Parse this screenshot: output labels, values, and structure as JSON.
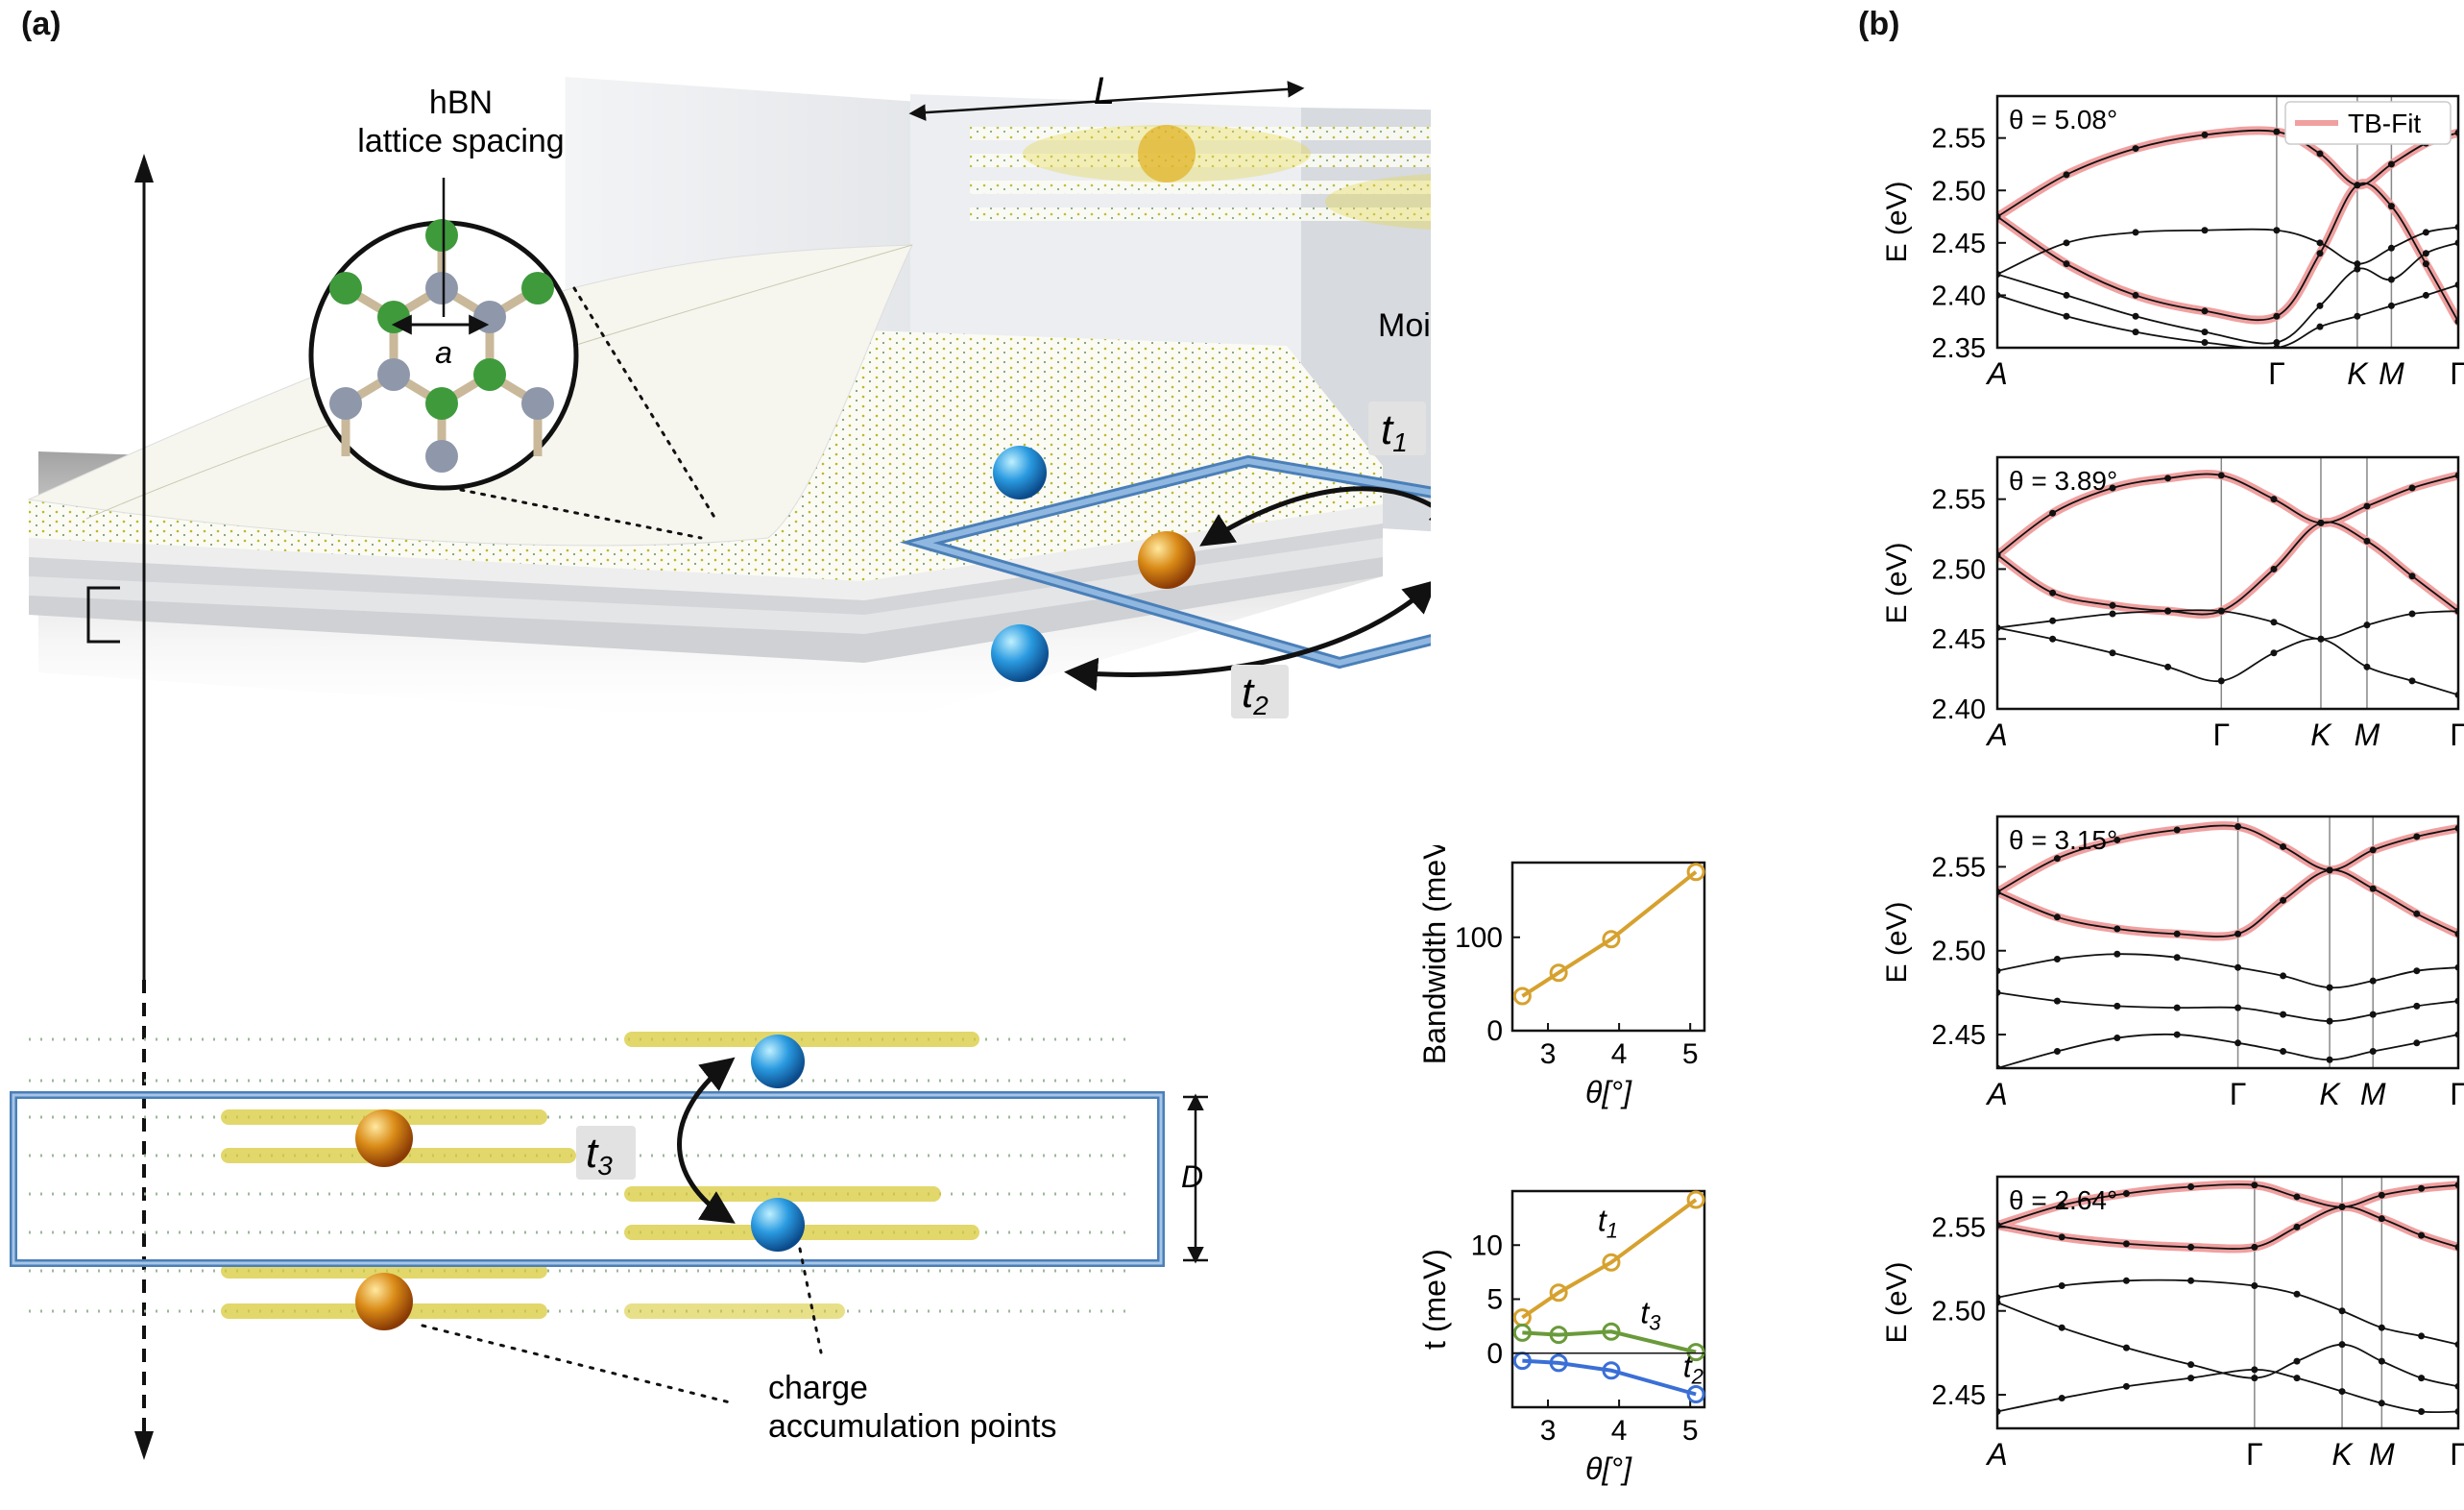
{
  "figure": {
    "panel_a_label": "(a)",
    "panel_b_label": "(b)"
  },
  "schematic": {
    "length_label": "L",
    "moire_cell_label": "Moiré unit cell",
    "hbn_label_line1": "hBN",
    "hbn_label_line2": "lattice spacing",
    "lattice_const_label": "a",
    "hop_labels": {
      "t1": "t",
      "t1_sub": "1",
      "t2": "t",
      "t2_sub": "2",
      "t3": "t",
      "t3_sub": "3"
    },
    "thickness_label": "D",
    "charge_label_line1": "charge",
    "charge_label_line2": "accumulation points",
    "colors": {
      "gold": "#d99a1e",
      "blue": "#2a8fd6",
      "frame_blue": "#6a9ccc",
      "atom_green": "#3f9a3c",
      "atom_gray": "#8f97aa"
    }
  },
  "chart_data": [
    {
      "id": "bandwidth",
      "type": "line",
      "x": [
        2.64,
        3.15,
        3.89,
        5.08
      ],
      "series": [
        {
          "values": [
            37,
            62,
            98,
            170
          ],
          "color": "#d6a12e"
        }
      ],
      "xlabel": "θ[°]",
      "ylabel": "Bandwidth (meV)",
      "xlim": [
        2.5,
        5.2
      ],
      "ylim": [
        0,
        180
      ],
      "xticks": [
        "3",
        "4",
        "5"
      ],
      "xtick_values": [
        3,
        4,
        5
      ],
      "yticks": [
        "0",
        "100"
      ],
      "ytick_values": [
        0,
        100
      ]
    },
    {
      "id": "hopping",
      "type": "line",
      "x": [
        2.64,
        3.15,
        3.89,
        5.08
      ],
      "series": [
        {
          "name": "t1",
          "values": [
            3.3,
            5.6,
            8.4,
            14.2
          ],
          "color": "#d6a12e"
        },
        {
          "name": "t3",
          "values": [
            1.9,
            1.7,
            2.0,
            0.1
          ],
          "color": "#6a9a3a"
        },
        {
          "name": "t2",
          "values": [
            -0.7,
            -0.9,
            -1.6,
            -3.8
          ],
          "color": "#3a6fd6"
        }
      ],
      "series_labels": [
        {
          "main": "t",
          "sub": "1"
        },
        {
          "main": "t",
          "sub": "3"
        },
        {
          "main": "t",
          "sub": "2"
        }
      ],
      "xlabel": "θ[°]",
      "ylabel": "t (meV)",
      "xlim": [
        2.5,
        5.2
      ],
      "ylim": [
        -5,
        15
      ],
      "xticks": [
        "3",
        "4",
        "5"
      ],
      "xtick_values": [
        3,
        4,
        5
      ],
      "yticks": [
        "0",
        "5",
        "10"
      ],
      "ytick_values": [
        0,
        5,
        10
      ]
    },
    {
      "id": "bands_508",
      "type": "line",
      "annotation": "θ = 5.08°",
      "legend": "TB-Fit",
      "ylabel": "E (eV)",
      "ylim": [
        2.35,
        2.59
      ],
      "yticks": [
        "2.35",
        "2.40",
        "2.45",
        "2.50",
        "2.55"
      ],
      "ytick_values": [
        2.35,
        2.4,
        2.45,
        2.5,
        2.55
      ],
      "kpath": [
        "A",
        "Γ",
        "K",
        "M",
        "Γ"
      ],
      "kpos": [
        0,
        0.606,
        0.781,
        0.855,
        1.0
      ],
      "tb_fit": [
        {
          "x": [
            0,
            0.15,
            0.3,
            0.45,
            0.606,
            0.7,
            0.781,
            0.855,
            0.93,
            1.0
          ],
          "y": [
            2.475,
            2.515,
            2.54,
            2.553,
            2.556,
            2.535,
            2.505,
            2.525,
            2.545,
            2.555
          ]
        },
        {
          "x": [
            0,
            0.15,
            0.3,
            0.45,
            0.606,
            0.7,
            0.781,
            0.855,
            0.93,
            1.0
          ],
          "y": [
            2.475,
            2.43,
            2.4,
            2.385,
            2.38,
            2.44,
            2.505,
            2.485,
            2.43,
            2.375
          ]
        }
      ],
      "dft": [
        {
          "x": [
            0,
            0.15,
            0.3,
            0.45,
            0.606,
            0.7,
            0.781,
            0.855,
            0.93,
            1.0
          ],
          "y": [
            2.475,
            2.515,
            2.54,
            2.553,
            2.556,
            2.535,
            2.505,
            2.525,
            2.545,
            2.555
          ]
        },
        {
          "x": [
            0,
            0.15,
            0.3,
            0.45,
            0.606,
            0.7,
            0.781,
            0.855,
            0.93,
            1.0
          ],
          "y": [
            2.475,
            2.43,
            2.4,
            2.385,
            2.38,
            2.44,
            2.505,
            2.485,
            2.43,
            2.375
          ]
        },
        {
          "x": [
            0,
            0.15,
            0.3,
            0.45,
            0.606,
            0.7,
            0.781,
            0.855,
            0.93,
            1.0
          ],
          "y": [
            2.42,
            2.45,
            2.46,
            2.462,
            2.462,
            2.45,
            2.43,
            2.445,
            2.46,
            2.465
          ]
        },
        {
          "x": [
            0,
            0.15,
            0.3,
            0.45,
            0.606,
            0.7,
            0.781,
            0.855,
            0.93,
            1.0
          ],
          "y": [
            2.42,
            2.4,
            2.38,
            2.365,
            2.355,
            2.39,
            2.425,
            2.415,
            2.44,
            2.45
          ]
        },
        {
          "x": [
            0,
            0.15,
            0.3,
            0.45,
            0.606,
            0.7,
            0.781,
            0.855,
            0.93,
            1.0
          ],
          "y": [
            2.4,
            2.38,
            2.365,
            2.355,
            2.35,
            2.37,
            2.38,
            2.39,
            2.4,
            2.41
          ]
        }
      ]
    },
    {
      "id": "bands_389",
      "type": "line",
      "annotation": "θ = 3.89°",
      "ylabel": "E (eV)",
      "ylim": [
        2.4,
        2.58
      ],
      "yticks": [
        "2.40",
        "2.45",
        "2.50",
        "2.55"
      ],
      "ytick_values": [
        2.4,
        2.45,
        2.5,
        2.55
      ],
      "kpath": [
        "A",
        "Γ",
        "K",
        "M",
        "Γ"
      ],
      "kpos": [
        0,
        0.486,
        0.702,
        0.802,
        1.0
      ],
      "tb_fit": [
        {
          "x": [
            0,
            0.12,
            0.25,
            0.37,
            0.486,
            0.6,
            0.702,
            0.802,
            0.9,
            1.0
          ],
          "y": [
            2.51,
            2.54,
            2.558,
            2.565,
            2.567,
            2.55,
            2.533,
            2.545,
            2.558,
            2.567
          ]
        },
        {
          "x": [
            0,
            0.12,
            0.25,
            0.37,
            0.486,
            0.6,
            0.702,
            0.802,
            0.9,
            1.0
          ],
          "y": [
            2.51,
            2.483,
            2.474,
            2.47,
            2.47,
            2.5,
            2.533,
            2.52,
            2.495,
            2.47
          ]
        }
      ],
      "dft": [
        {
          "x": [
            0,
            0.12,
            0.25,
            0.37,
            0.486,
            0.6,
            0.702,
            0.802,
            0.9,
            1.0
          ],
          "y": [
            2.51,
            2.54,
            2.558,
            2.565,
            2.567,
            2.55,
            2.533,
            2.545,
            2.558,
            2.567
          ]
        },
        {
          "x": [
            0,
            0.12,
            0.25,
            0.37,
            0.486,
            0.6,
            0.702,
            0.802,
            0.9,
            1.0
          ],
          "y": [
            2.51,
            2.483,
            2.474,
            2.47,
            2.47,
            2.5,
            2.533,
            2.52,
            2.495,
            2.47
          ]
        },
        {
          "x": [
            0,
            0.12,
            0.25,
            0.37,
            0.486,
            0.6,
            0.702,
            0.802,
            0.9,
            1.0
          ],
          "y": [
            2.458,
            2.463,
            2.468,
            2.47,
            2.47,
            2.462,
            2.45,
            2.46,
            2.468,
            2.47
          ]
        },
        {
          "x": [
            0,
            0.12,
            0.25,
            0.37,
            0.486,
            0.6,
            0.702,
            0.802,
            0.9,
            1.0
          ],
          "y": [
            2.458,
            2.45,
            2.44,
            2.43,
            2.42,
            2.44,
            2.45,
            2.43,
            2.42,
            2.41
          ]
        }
      ]
    },
    {
      "id": "bands_315",
      "type": "line",
      "annotation": "θ = 3.15°",
      "ylabel": "E (eV)",
      "ylim": [
        2.43,
        2.58
      ],
      "yticks": [
        "2.45",
        "2.50",
        "2.55"
      ],
      "ytick_values": [
        2.45,
        2.5,
        2.55
      ],
      "kpath": [
        "A",
        "Γ",
        "K",
        "M",
        "Γ"
      ],
      "kpos": [
        0,
        0.522,
        0.721,
        0.815,
        1.0
      ],
      "tb_fit": [
        {
          "x": [
            0,
            0.13,
            0.26,
            0.39,
            0.522,
            0.62,
            0.721,
            0.815,
            0.91,
            1.0
          ],
          "y": [
            2.535,
            2.555,
            2.566,
            2.572,
            2.574,
            2.562,
            2.548,
            2.56,
            2.568,
            2.573
          ]
        },
        {
          "x": [
            0,
            0.13,
            0.26,
            0.39,
            0.522,
            0.62,
            0.721,
            0.815,
            0.91,
            1.0
          ],
          "y": [
            2.535,
            2.52,
            2.513,
            2.51,
            2.51,
            2.53,
            2.548,
            2.537,
            2.522,
            2.51
          ]
        }
      ],
      "dft": [
        {
          "x": [
            0,
            0.13,
            0.26,
            0.39,
            0.522,
            0.62,
            0.721,
            0.815,
            0.91,
            1.0
          ],
          "y": [
            2.535,
            2.555,
            2.566,
            2.572,
            2.574,
            2.562,
            2.548,
            2.56,
            2.568,
            2.573
          ]
        },
        {
          "x": [
            0,
            0.13,
            0.26,
            0.39,
            0.522,
            0.62,
            0.721,
            0.815,
            0.91,
            1.0
          ],
          "y": [
            2.535,
            2.52,
            2.513,
            2.51,
            2.51,
            2.53,
            2.548,
            2.537,
            2.522,
            2.51
          ]
        },
        {
          "x": [
            0,
            0.13,
            0.26,
            0.39,
            0.522,
            0.62,
            0.721,
            0.815,
            0.91,
            1.0
          ],
          "y": [
            2.488,
            2.495,
            2.498,
            2.496,
            2.49,
            2.485,
            2.478,
            2.482,
            2.488,
            2.49
          ]
        },
        {
          "x": [
            0,
            0.13,
            0.26,
            0.39,
            0.522,
            0.62,
            0.721,
            0.815,
            0.91,
            1.0
          ],
          "y": [
            2.475,
            2.47,
            2.467,
            2.466,
            2.466,
            2.462,
            2.458,
            2.462,
            2.467,
            2.47
          ]
        },
        {
          "x": [
            0,
            0.13,
            0.26,
            0.39,
            0.522,
            0.62,
            0.721,
            0.815,
            0.91,
            1.0
          ],
          "y": [
            2.43,
            2.44,
            2.448,
            2.45,
            2.445,
            2.44,
            2.435,
            2.44,
            2.445,
            2.45
          ]
        }
      ]
    },
    {
      "id": "bands_264",
      "type": "line",
      "annotation": "θ = 2.64°",
      "ylabel": "E (eV)",
      "ylim": [
        2.43,
        2.58
      ],
      "yticks": [
        "2.45",
        "2.50",
        "2.55"
      ],
      "ytick_values": [
        2.45,
        2.5,
        2.55
      ],
      "kpath": [
        "A",
        "Γ",
        "K",
        "M",
        "Γ"
      ],
      "kpos": [
        0,
        0.558,
        0.748,
        0.834,
        1.0
      ],
      "tb_fit": [
        {
          "x": [
            0,
            0.14,
            0.28,
            0.42,
            0.558,
            0.65,
            0.748,
            0.834,
            0.92,
            1.0
          ],
          "y": [
            2.551,
            2.563,
            2.57,
            2.574,
            2.575,
            2.568,
            2.562,
            2.569,
            2.573,
            2.575
          ]
        },
        {
          "x": [
            0,
            0.14,
            0.28,
            0.42,
            0.558,
            0.65,
            0.748,
            0.834,
            0.92,
            1.0
          ],
          "y": [
            2.551,
            2.544,
            2.54,
            2.538,
            2.538,
            2.55,
            2.562,
            2.555,
            2.545,
            2.538
          ]
        }
      ],
      "dft": [
        {
          "x": [
            0,
            0.14,
            0.28,
            0.42,
            0.558,
            0.65,
            0.748,
            0.834,
            0.92,
            1.0
          ],
          "y": [
            2.551,
            2.563,
            2.57,
            2.574,
            2.575,
            2.568,
            2.562,
            2.569,
            2.573,
            2.575
          ]
        },
        {
          "x": [
            0,
            0.14,
            0.28,
            0.42,
            0.558,
            0.65,
            0.748,
            0.834,
            0.92,
            1.0
          ],
          "y": [
            2.551,
            2.544,
            2.54,
            2.538,
            2.538,
            2.55,
            2.562,
            2.555,
            2.545,
            2.538
          ]
        },
        {
          "x": [
            0,
            0.14,
            0.28,
            0.42,
            0.558,
            0.65,
            0.748,
            0.834,
            0.92,
            1.0
          ],
          "y": [
            2.508,
            2.515,
            2.518,
            2.518,
            2.515,
            2.51,
            2.5,
            2.49,
            2.485,
            2.48
          ]
        },
        {
          "x": [
            0,
            0.14,
            0.28,
            0.42,
            0.558,
            0.65,
            0.748,
            0.834,
            0.92,
            1.0
          ],
          "y": [
            2.505,
            2.49,
            2.478,
            2.468,
            2.46,
            2.47,
            2.48,
            2.47,
            2.46,
            2.455
          ]
        },
        {
          "x": [
            0,
            0.14,
            0.28,
            0.42,
            0.558,
            0.65,
            0.748,
            0.834,
            0.92,
            1.0
          ],
          "y": [
            2.44,
            2.448,
            2.455,
            2.46,
            2.465,
            2.46,
            2.452,
            2.445,
            2.44,
            2.44
          ]
        }
      ]
    }
  ]
}
